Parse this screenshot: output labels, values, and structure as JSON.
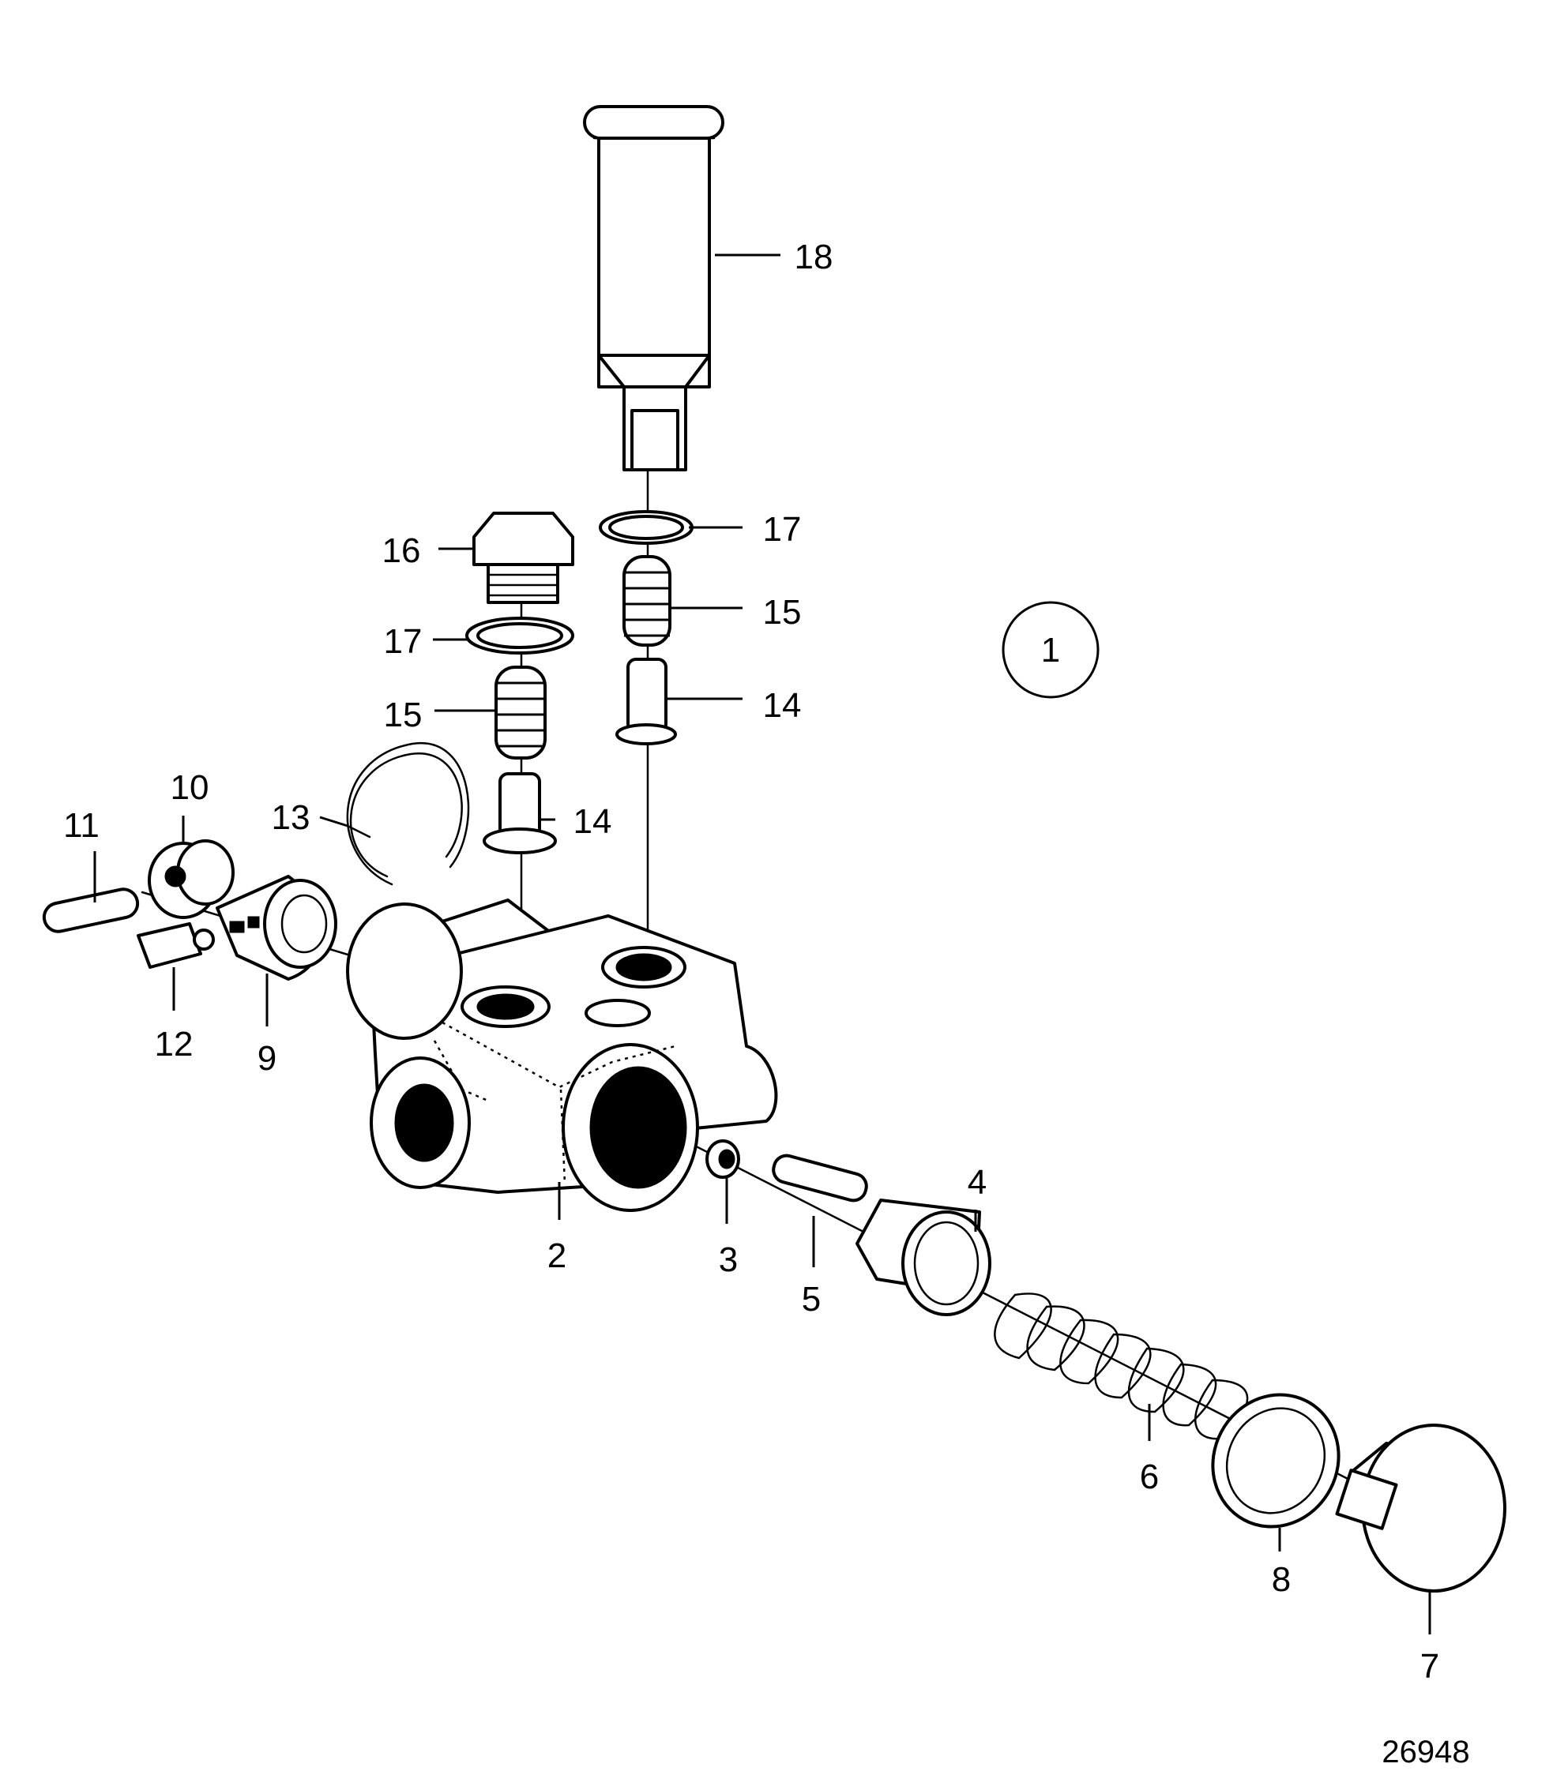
{
  "diagram": {
    "group_label": "1",
    "catalog_number": "26948",
    "callouts": [
      {
        "id": "2",
        "text": "2"
      },
      {
        "id": "3",
        "text": "3"
      },
      {
        "id": "4",
        "text": "4"
      },
      {
        "id": "5",
        "text": "5"
      },
      {
        "id": "6",
        "text": "6"
      },
      {
        "id": "7",
        "text": "7"
      },
      {
        "id": "8",
        "text": "8"
      },
      {
        "id": "9",
        "text": "9"
      },
      {
        "id": "10",
        "text": "10"
      },
      {
        "id": "11",
        "text": "11"
      },
      {
        "id": "12",
        "text": "12"
      },
      {
        "id": "13",
        "text": "13"
      },
      {
        "id": "14a",
        "text": "14"
      },
      {
        "id": "14b",
        "text": "14"
      },
      {
        "id": "15a",
        "text": "15"
      },
      {
        "id": "15b",
        "text": "15"
      },
      {
        "id": "16",
        "text": "16"
      },
      {
        "id": "17a",
        "text": "17"
      },
      {
        "id": "17b",
        "text": "17"
      },
      {
        "id": "18",
        "text": "18"
      }
    ]
  }
}
